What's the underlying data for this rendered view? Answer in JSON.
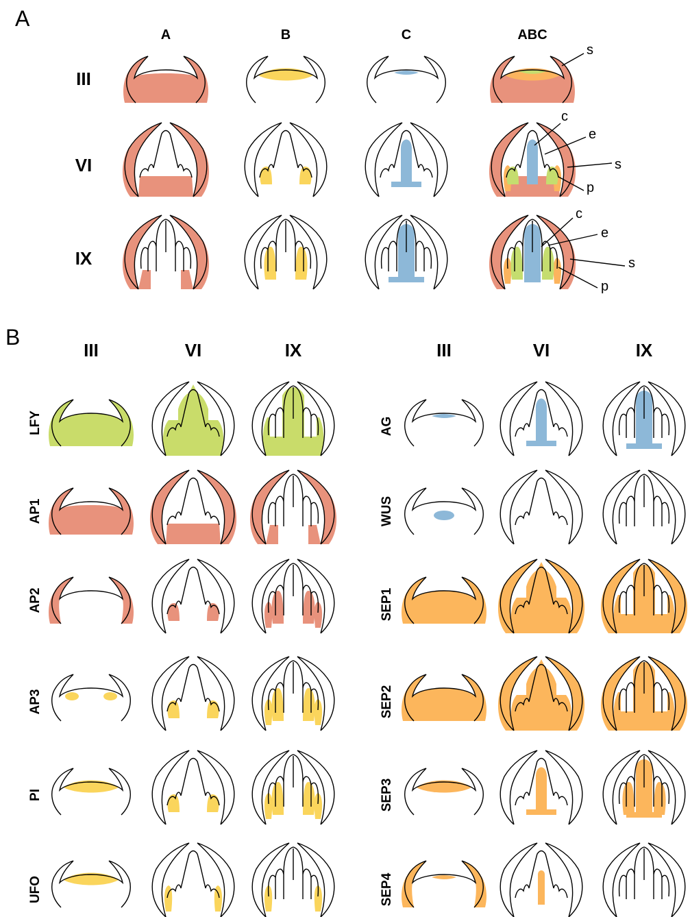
{
  "colors": {
    "A": "#E8927C",
    "B": "#FAD55C",
    "C": "#8DB8D8",
    "AB_overlap": "#FCB45E",
    "BC_overlap": "#C5DD6F",
    "LFY": "#C9DC6A",
    "SEP": "#FCB65C",
    "outline": "#000000"
  },
  "panel_a": {
    "label": "A",
    "columns": [
      "A",
      "B",
      "C",
      "ABC"
    ],
    "rows": [
      "III",
      "VI",
      "IX"
    ],
    "annotations": {
      "III": [
        "s"
      ],
      "VI": [
        "c",
        "e",
        "s",
        "p"
      ],
      "IX": [
        "c",
        "e",
        "s",
        "p"
      ]
    }
  },
  "panel_b": {
    "label": "B",
    "stage_headers_left": [
      "III",
      "VI",
      "IX"
    ],
    "stage_headers_right": [
      "III",
      "VI",
      "IX"
    ],
    "genes_left": [
      "LFY",
      "AP1",
      "AP2",
      "AP3",
      "PI",
      "UFO"
    ],
    "genes_right": [
      "AG",
      "WUS",
      "SEP1",
      "SEP2",
      "SEP3",
      "SEP4"
    ]
  }
}
